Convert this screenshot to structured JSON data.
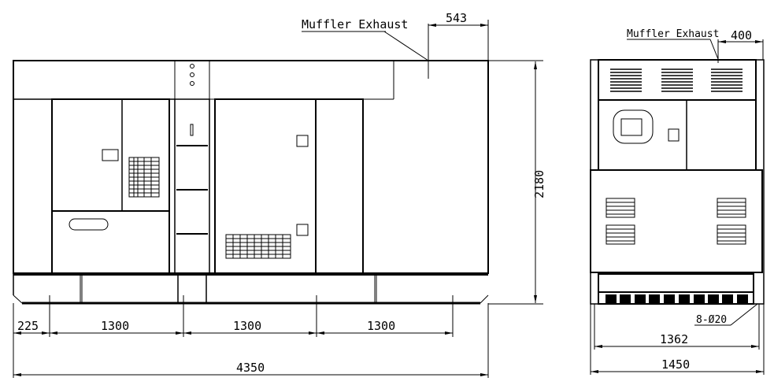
{
  "labels": {
    "muffler_front": "Muffler Exhaust",
    "muffler_side": "Muffler Exhaust",
    "holes": "8-Ø20"
  },
  "dimensions": {
    "muffler_offset_front": "543",
    "muffler_offset_side": "400",
    "height": "2180",
    "base_225": "225",
    "base_1300_a": "1300",
    "base_1300_b": "1300",
    "base_1300_c": "1300",
    "total_length": "4350",
    "side_inner": "1362",
    "side_total": "1450"
  }
}
